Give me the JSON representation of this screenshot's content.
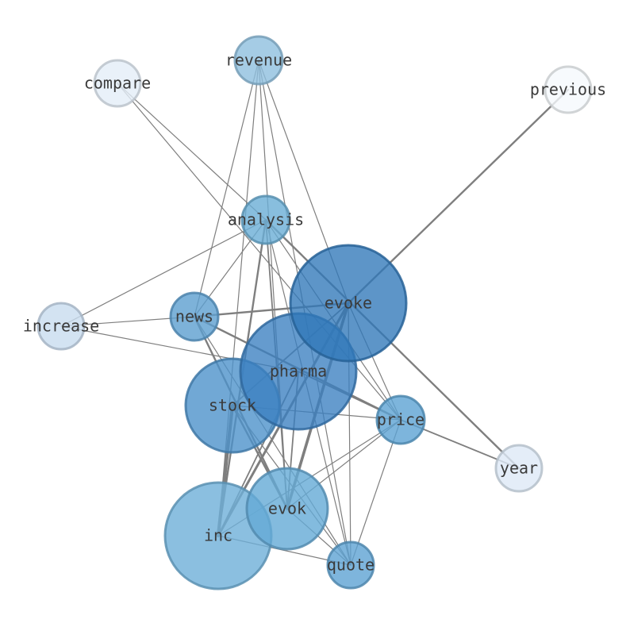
{
  "graph": {
    "type": "word-cooccurrence-network",
    "colors": {
      "edge": "#7f7f7f",
      "label": "#3a3a3a"
    },
    "nodes": [
      {
        "id": "revenue",
        "label": "revenue",
        "weight": 3,
        "color": "#8fbfdf"
      },
      {
        "id": "compare",
        "label": "compare",
        "weight": 1,
        "color": "#e4eef8"
      },
      {
        "id": "previous",
        "label": "previous",
        "weight": 1,
        "color": "#f5f9fd"
      },
      {
        "id": "analysis",
        "label": "analysis",
        "weight": 4,
        "color": "#6aaed6"
      },
      {
        "id": "evoke",
        "label": "evoke",
        "weight": 10,
        "color": "#2f77b8"
      },
      {
        "id": "increase",
        "label": "increase",
        "weight": 2,
        "color": "#c8dcef"
      },
      {
        "id": "news",
        "label": "news",
        "weight": 5,
        "color": "#5c9fd0"
      },
      {
        "id": "pharma",
        "label": "pharma",
        "weight": 10,
        "color": "#3a7fc0"
      },
      {
        "id": "stock",
        "label": "stock",
        "weight": 8,
        "color": "#4e92cb"
      },
      {
        "id": "price",
        "label": "price",
        "weight": 5,
        "color": "#5ca3d3"
      },
      {
        "id": "year",
        "label": "year",
        "weight": 2,
        "color": "#dde9f6"
      },
      {
        "id": "evok",
        "label": "evok",
        "weight": 7,
        "color": "#64aad6"
      },
      {
        "id": "inc",
        "label": "inc",
        "weight": 9,
        "color": "#6eafd8"
      },
      {
        "id": "quote",
        "label": "quote",
        "weight": 5,
        "color": "#5ea3d3"
      }
    ],
    "edges": [
      {
        "source": "evoke",
        "target": "previous",
        "weight": 3
      },
      {
        "source": "evoke",
        "target": "inc",
        "weight": 4
      },
      {
        "source": "evoke",
        "target": "evok",
        "weight": 5
      },
      {
        "source": "evoke",
        "target": "stock",
        "weight": 2
      },
      {
        "source": "evoke",
        "target": "news",
        "weight": 3
      },
      {
        "source": "evoke",
        "target": "revenue",
        "weight": 1
      },
      {
        "source": "evoke",
        "target": "quote",
        "weight": 1
      },
      {
        "source": "evoke",
        "target": "price",
        "weight": 1
      },
      {
        "source": "analysis",
        "target": "year",
        "weight": 3
      },
      {
        "source": "analysis",
        "target": "inc",
        "weight": 3
      },
      {
        "source": "analysis",
        "target": "evok",
        "weight": 2
      },
      {
        "source": "analysis",
        "target": "increase",
        "weight": 1
      },
      {
        "source": "analysis",
        "target": "compare",
        "weight": 1
      },
      {
        "source": "analysis",
        "target": "news",
        "weight": 1
      },
      {
        "source": "analysis",
        "target": "quote",
        "weight": 1
      },
      {
        "source": "analysis",
        "target": "price",
        "weight": 1
      },
      {
        "source": "revenue",
        "target": "news",
        "weight": 1
      },
      {
        "source": "revenue",
        "target": "inc",
        "weight": 1
      },
      {
        "source": "revenue",
        "target": "evok",
        "weight": 1
      },
      {
        "source": "revenue",
        "target": "quote",
        "weight": 1
      },
      {
        "source": "compare",
        "target": "price",
        "weight": 1
      },
      {
        "source": "increase",
        "target": "news",
        "weight": 1
      },
      {
        "source": "increase",
        "target": "pharma",
        "weight": 1
      },
      {
        "source": "news",
        "target": "price",
        "weight": 3
      },
      {
        "source": "news",
        "target": "evok",
        "weight": 3
      },
      {
        "source": "news",
        "target": "quote",
        "weight": 1
      },
      {
        "source": "pharma",
        "target": "price",
        "weight": 2
      },
      {
        "source": "pharma",
        "target": "inc",
        "weight": 2
      },
      {
        "source": "pharma",
        "target": "evok",
        "weight": 2
      },
      {
        "source": "stock",
        "target": "inc",
        "weight": 6
      },
      {
        "source": "stock",
        "target": "evok",
        "weight": 3
      },
      {
        "source": "stock",
        "target": "price",
        "weight": 1
      },
      {
        "source": "stock",
        "target": "quote",
        "weight": 1
      },
      {
        "source": "price",
        "target": "inc",
        "weight": 1
      },
      {
        "source": "price",
        "target": "evok",
        "weight": 1
      },
      {
        "source": "price",
        "target": "year",
        "weight": 2
      },
      {
        "source": "price",
        "target": "quote",
        "weight": 1
      },
      {
        "source": "inc",
        "target": "quote",
        "weight": 1
      },
      {
        "source": "evok",
        "target": "quote",
        "weight": 1
      }
    ]
  }
}
